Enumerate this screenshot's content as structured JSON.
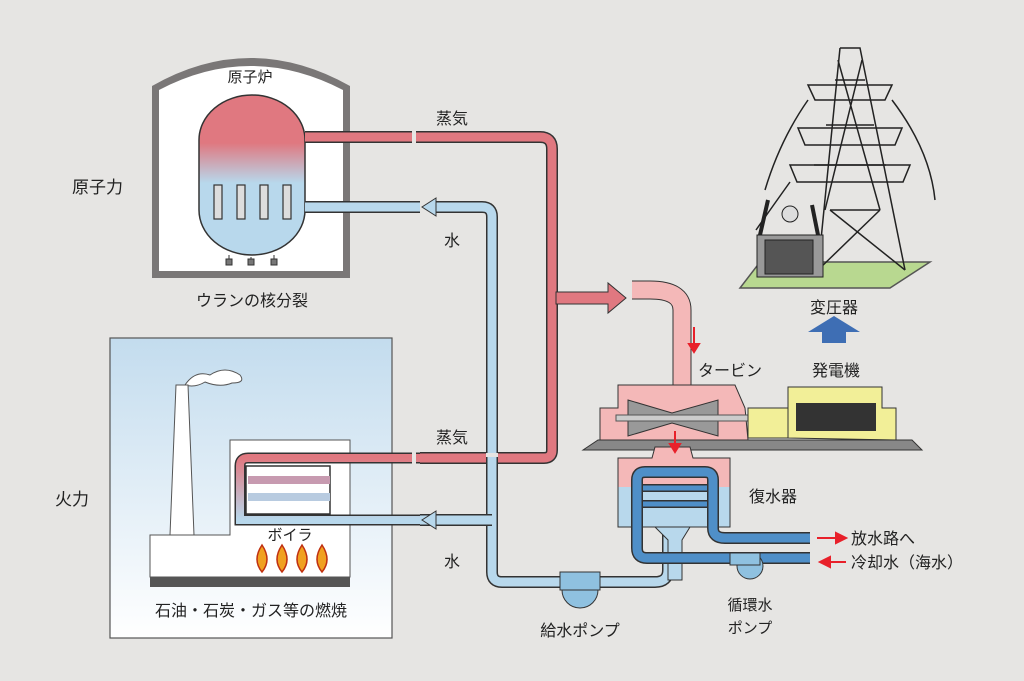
{
  "labels": {
    "nuclear": "原子力",
    "thermal": "火力",
    "reactor": "原子炉",
    "fission": "ウランの核分裂",
    "steam_top": "蒸気",
    "water_top": "水",
    "steam_bottom": "蒸気",
    "water_bottom": "水",
    "boiler": "ボイラ",
    "combustion": "石油・石炭・ガス等の燃焼",
    "turbine": "タービン",
    "generator": "発電機",
    "transformer": "変圧器",
    "condenser": "復水器",
    "discharge": "放水路へ",
    "cooling_water": "冷却水（海水）",
    "feed_pump": "給水ポンプ",
    "circ_pump_1": "循環水",
    "circ_pump_2": "ポンプ"
  },
  "colors": {
    "steam": "#e07880",
    "steam_light": "#f4b8b8",
    "water": "#b8d8ec",
    "cooling": "#4f8fc8",
    "generator": "#f2ef98",
    "arrow_red": "#e8202a",
    "arrow_blue": "#3e6eb4"
  }
}
